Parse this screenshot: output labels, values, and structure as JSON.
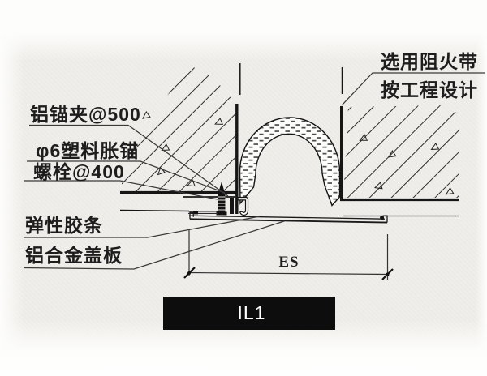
{
  "drawing": {
    "callouts": {
      "anchor_clip": "铝锚夹@500",
      "expansion_bolt_line1": "φ6塑料胀锚",
      "expansion_bolt_line2": "螺栓@400",
      "elastic_gasket": "弹性胶条",
      "aluminum_cover_plate": "铝合金盖板",
      "fire_belt_line1": "选用阻火带",
      "fire_belt_line2": "按工程设计"
    },
    "dimension": {
      "label": "ES"
    },
    "title_block": {
      "label": "IL1"
    },
    "colors": {
      "line": "#1a1a1a",
      "leader_line": "#3a3a3a",
      "paper": "#f0eeea",
      "title_bar_bg": "#0d0d0d",
      "title_bar_text": "#ffffff"
    }
  }
}
